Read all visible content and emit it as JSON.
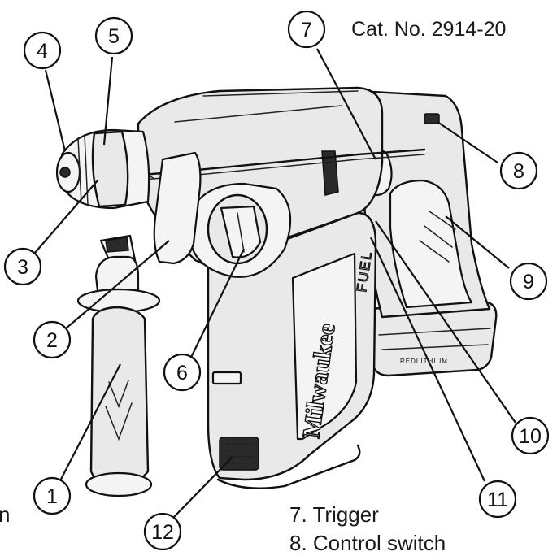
{
  "catalog_label": "Cat. No. 2914-20",
  "callouts": [
    {
      "id": "1",
      "label": "1"
    },
    {
      "id": "2",
      "label": "2"
    },
    {
      "id": "3",
      "label": "3"
    },
    {
      "id": "4",
      "label": "4"
    },
    {
      "id": "5",
      "label": "5"
    },
    {
      "id": "6",
      "label": "6"
    },
    {
      "id": "7",
      "label": "7"
    },
    {
      "id": "8",
      "label": "8"
    },
    {
      "id": "9",
      "label": "9"
    },
    {
      "id": "10",
      "label": "10"
    },
    {
      "id": "11",
      "label": "11"
    },
    {
      "id": "12",
      "label": "12"
    }
  ],
  "legend": [
    {
      "text": "7. Trigger"
    },
    {
      "text": "8. Control switch"
    }
  ],
  "edge_fragment": "n",
  "product_marks": {
    "brand": "Milwaukee",
    "line": "FUEL",
    "battery": "REDLITHIUM"
  }
}
